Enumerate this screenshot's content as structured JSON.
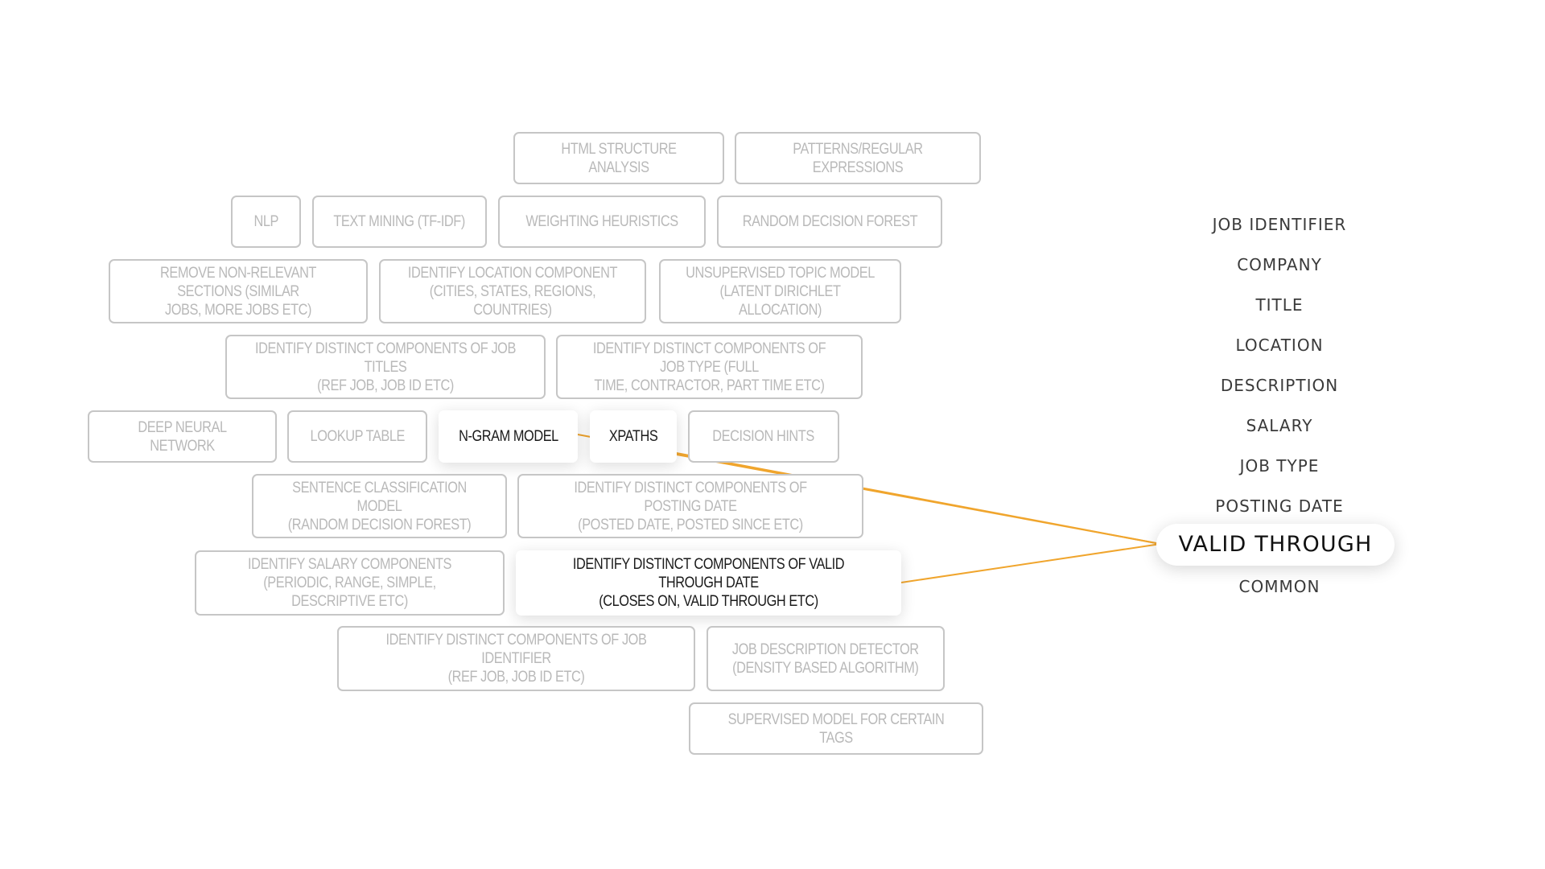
{
  "techniques": {
    "html_structure": "HTML STRUCTURE ANALYSIS",
    "patterns": "PATTERNS/REGULAR EXPRESSIONS",
    "nlp": "NLP",
    "text_mining": "TEXT MINING (TF-IDF)",
    "weighting": "WEIGHTING HEURISTICS",
    "random_forest": "RANDOM DECISION FOREST",
    "remove_sections": "REMOVE NON-RELEVANT SECTIONS (SIMILAR\nJOBS, MORE JOBS ETC)",
    "location_component": "IDENTIFY LOCATION COMPONENT\n(CITIES, STATES, REGIONS, COUNTRIES)",
    "topic_model": "UNSUPERVISED TOPIC MODEL\n(LATENT DIRICHLET ALLOCATION)",
    "job_titles": "IDENTIFY DISTINCT COMPONENTS OF JOB TITLES\n(REF JOB, JOB ID ETC)",
    "job_type": "IDENTIFY DISTINCT COMPONENTS OF JOB TYPE (FULL\nTIME, CONTRACTOR, PART TIME ETC)",
    "deep_nn": "DEEP NEURAL NETWORK",
    "lookup_table": "LOOKUP TABLE",
    "ngram": "N-GRAM MODEL",
    "xpaths": "XPATHS",
    "decision_hints": "DECISION HINTS",
    "sentence_classification": "SENTENCE CLASSIFICATION MODEL\n(RANDOM DECISION FOREST)",
    "posting_date": "IDENTIFY DISTINCT COMPONENTS OF POSTING DATE\n(POSTED DATE, POSTED SINCE ETC)",
    "salary_components": "IDENTIFY SALARY COMPONENTS\n(PERIODIC, RANGE, SIMPLE, DESCRIPTIVE ETC)",
    "valid_through_date": "IDENTIFY DISTINCT COMPONENTS OF VALID THROUGH DATE\n(CLOSES ON, VALID THROUGH ETC)",
    "job_identifier_comp": "IDENTIFY DISTINCT COMPONENTS OF JOB IDENTIFIER\n(REF JOB, JOB ID ETC)",
    "description_detector": "JOB DESCRIPTION DETECTOR\n(DENSITY BASED ALGORITHM)",
    "supervised_model": "SUPERVISED MODEL FOR CERTAIN TAGS"
  },
  "fields": {
    "job_identifier": "JOB IDENTIFIER",
    "company": "COMPANY",
    "title": "TITLE",
    "location": "LOCATION",
    "description": "DESCRIPTION",
    "salary": "SALARY",
    "job_type": "JOB TYPE",
    "posting_date": "POSTING DATE",
    "valid_through": "VALID THROUGH",
    "common": "COMMON"
  },
  "colors": {
    "connector": "#f0a52d",
    "inactive_border": "#c6c6c6",
    "inactive_text": "#b9b9b9",
    "active_text": "#1a1a1a"
  }
}
